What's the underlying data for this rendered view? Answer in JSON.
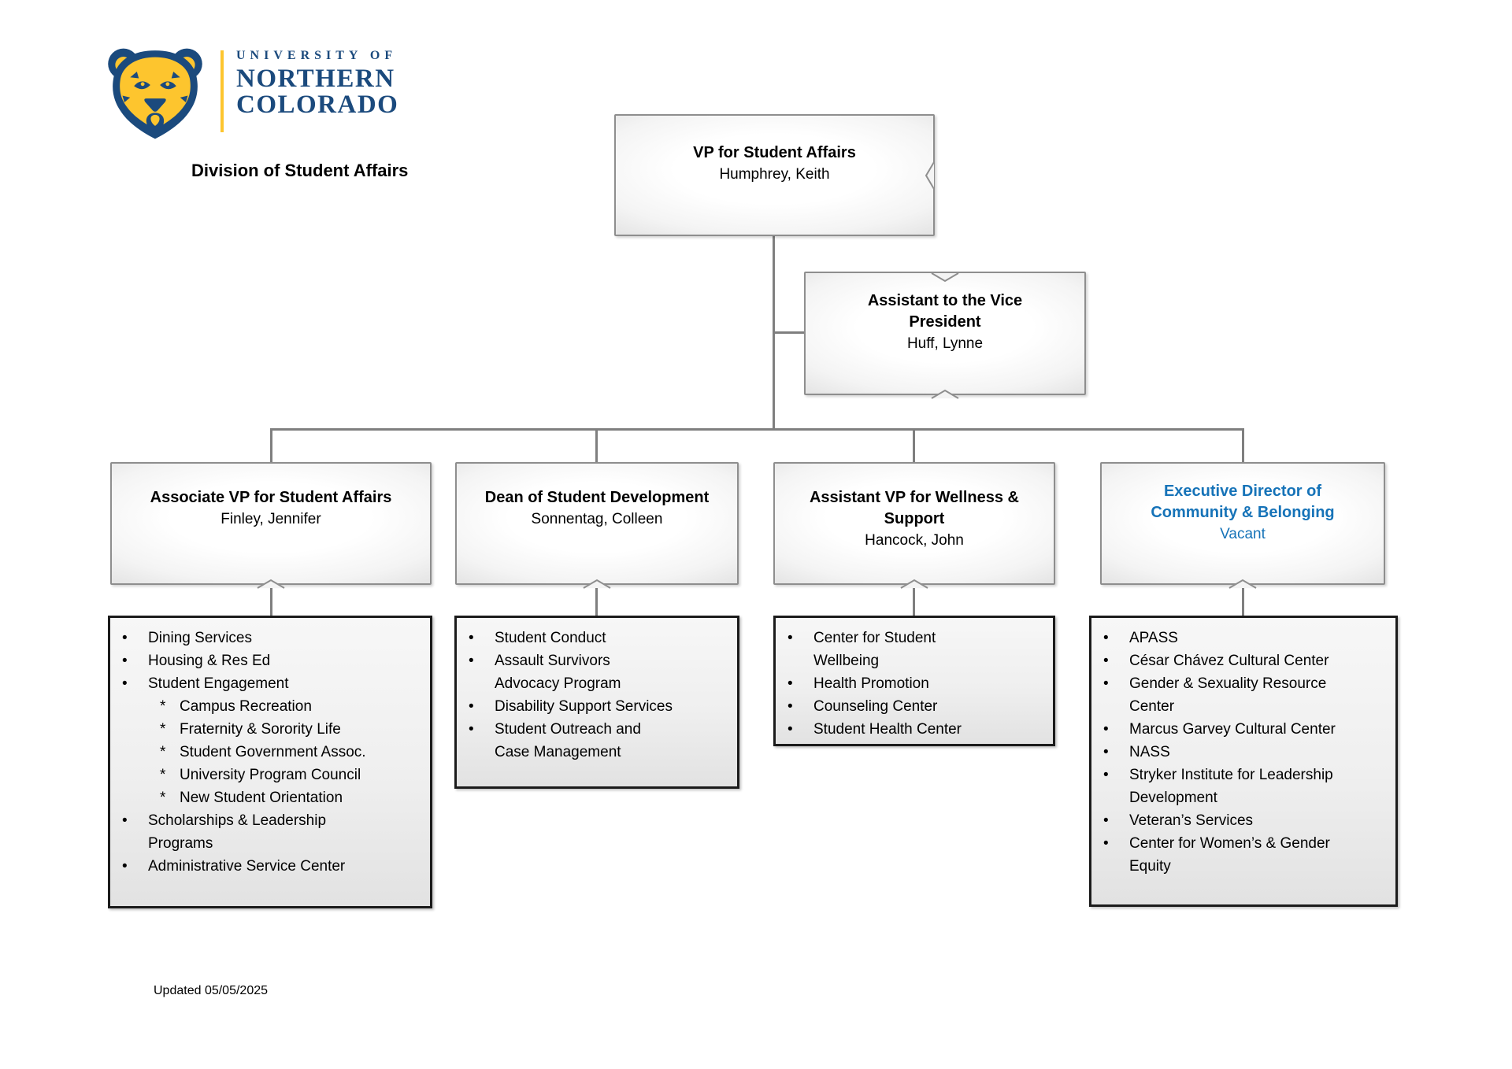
{
  "brand": {
    "wordmark_line1": "UNIVERSITY OF",
    "wordmark_line2": "NORTHERN",
    "wordmark_line3": "COLORADO",
    "division_title": "Division of Student Affairs",
    "navy": "#1b4a7d",
    "gold": "#fdc52e"
  },
  "colors": {
    "accent_blue": "#1673b8",
    "connector_gray": "#7f7f7f",
    "org_box_border": "#8e8e8e",
    "list_box_border": "#1b1b1b"
  },
  "org": {
    "root": {
      "title_lines": [
        "VP for Student Affairs"
      ],
      "name": "Humphrey, Keith"
    },
    "assistant": {
      "title_lines": [
        "Assistant to the Vice",
        "President"
      ],
      "name": "Huff, Lynne"
    },
    "branches": [
      {
        "title_lines": [
          "Associate VP for Student Affairs"
        ],
        "name": "Finley, Jennifer",
        "items": [
          {
            "marker": "•",
            "text": "Dining Services"
          },
          {
            "marker": "•",
            "text": "Housing & Res Ed"
          },
          {
            "marker": "•",
            "text": "Student Engagement"
          },
          {
            "marker": "*",
            "text": "Campus Recreation",
            "sub": true
          },
          {
            "marker": "*",
            "text": "Fraternity & Sorority Life",
            "sub": true
          },
          {
            "marker": "*",
            "text": "Student Government Assoc.",
            "sub": true
          },
          {
            "marker": "*",
            "text": "University Program Council",
            "sub": true
          },
          {
            "marker": "*",
            "text": "New Student Orientation",
            "sub": true
          },
          {
            "marker": "•",
            "text": "Scholarships & Leadership\nPrograms"
          },
          {
            "marker": "•",
            "text": "Administrative Service Center"
          }
        ]
      },
      {
        "title_lines": [
          "Dean of Student Development"
        ],
        "name": "Sonnentag, Colleen",
        "items": [
          {
            "marker": "•",
            "text": "Student Conduct"
          },
          {
            "marker": "•",
            "text": "Assault Survivors\nAdvocacy Program"
          },
          {
            "marker": "•",
            "text": "Disability Support Services"
          },
          {
            "marker": "•",
            "text": "Student Outreach and\nCase Management"
          }
        ]
      },
      {
        "title_lines": [
          "Assistant VP for Wellness &",
          "Support"
        ],
        "name": "Hancock, John",
        "items": [
          {
            "marker": "•",
            "text": "Center for Student\nWellbeing"
          },
          {
            "marker": "•",
            "text": "Health Promotion"
          },
          {
            "marker": "•",
            "text": "Counseling Center"
          },
          {
            "marker": "•",
            "text": "Student Health Center"
          }
        ]
      },
      {
        "title_lines": [
          "Executive Director of",
          "Community & Belonging"
        ],
        "name": "Vacant",
        "accent": true,
        "items": [
          {
            "marker": "•",
            "text": "APASS"
          },
          {
            "marker": "•",
            "text": "César Chávez Cultural Center"
          },
          {
            "marker": "•",
            "text": "Gender & Sexuality Resource\nCenter"
          },
          {
            "marker": "•",
            "text": "Marcus Garvey Cultural Center"
          },
          {
            "marker": "•",
            "text": "NASS"
          },
          {
            "marker": "•",
            "text": "Stryker Institute for Leadership\nDevelopment"
          },
          {
            "marker": "•",
            "text": "Veteran’s Services"
          },
          {
            "marker": "•",
            "text": "Center for Women’s & Gender\nEquity"
          }
        ]
      }
    ]
  },
  "footer": {
    "updated": "Updated 05/05/2025"
  }
}
